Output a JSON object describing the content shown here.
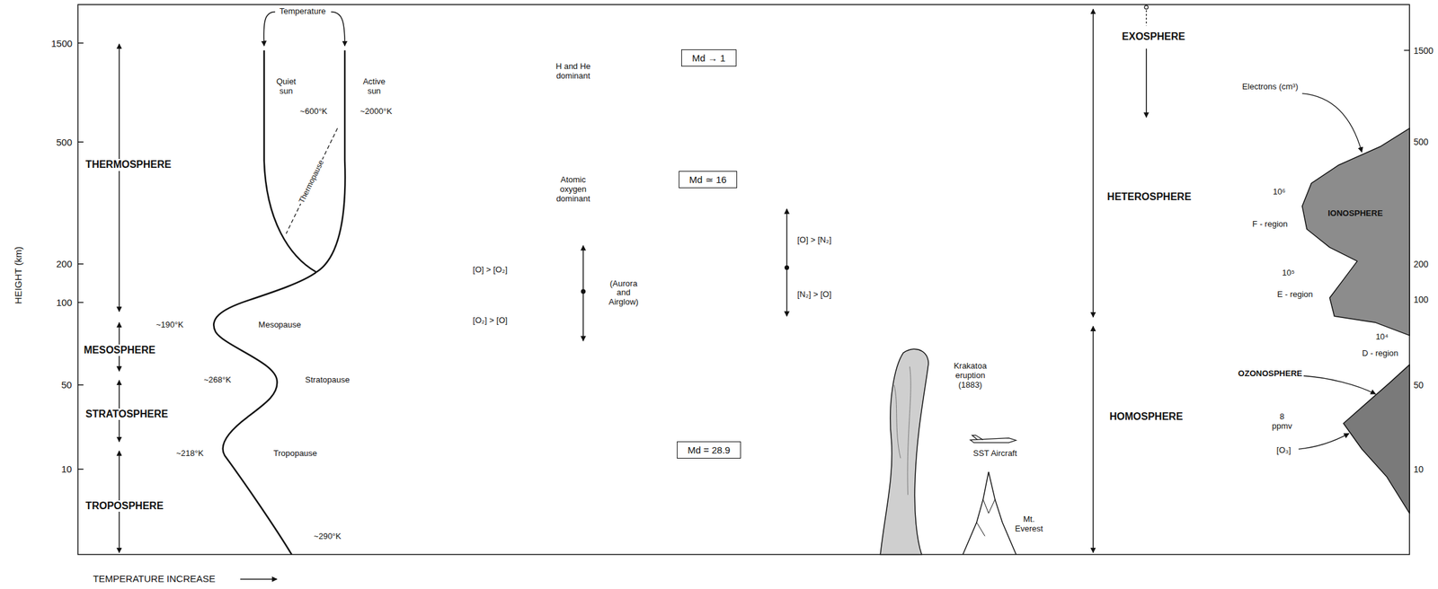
{
  "diagram": {
    "nodes": [
      {
        "text": [
          "Md → 1"
        ]
      },
      {
        "text": [
          "Md ≃ 16"
        ]
      },
      {
        "text": [
          "Md = 28.9"
        ]
      }
    ],
    "labels": [
      "1500",
      "500",
      "200",
      "100",
      "50",
      "10",
      "HEIGHT (km)",
      "TEMPERATURE INCREASE",
      "Temperature",
      "Quiet sun",
      "~600°K",
      "Active sun",
      "~2000°K",
      "Thermopause",
      "~190°K",
      "Mesopause",
      "~268°K",
      "Stratopause",
      "~218°K",
      "Tropopause",
      "~290°K",
      "THERMOSPHERE",
      "MESOSPHERE",
      "STRATOSPHERE",
      "TROPOSPHERE",
      "H and He dominant",
      "Atomic oxygen dominant",
      "[O] > [O₂]",
      "(Aurora and Airglow)",
      "[O₂] > [O]",
      "[O] > [N₂]",
      "[N₂] > [O]",
      "Krakatoa eruption (1883)",
      "SST Aircraft",
      "Mt. Everest",
      "EXOSPHERE",
      "HETEROSPHERE",
      "HOMOSPHERE",
      "Electrons (cm³)",
      "IONOSPHERE",
      "10⁶",
      "F - region",
      "10⁵",
      "E - region",
      "10⁴",
      "D - region",
      "OZONOSPHERE",
      "8 ppmv",
      "[O₃]",
      "1500",
      "500",
      "200",
      "100",
      "50",
      "10"
    ]
  }
}
